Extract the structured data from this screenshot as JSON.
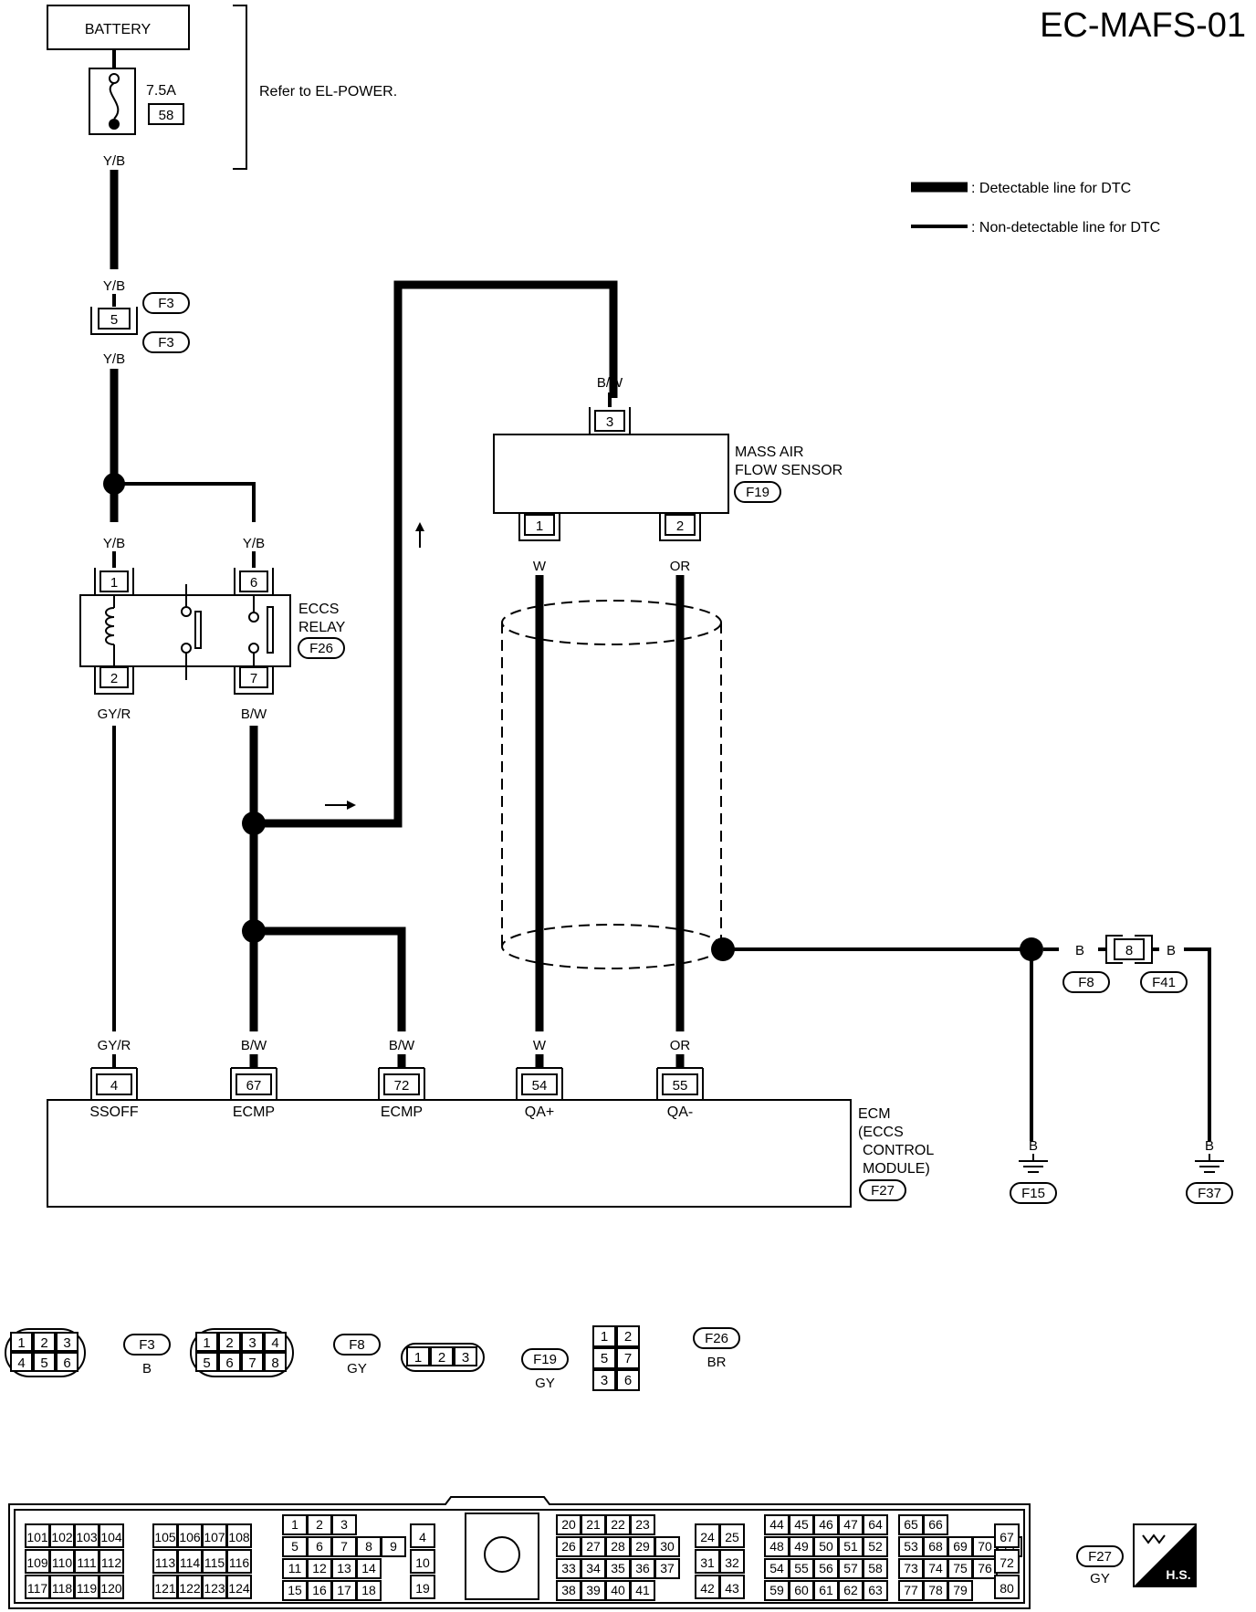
{
  "diagram_id": "EC-MAFS-01",
  "legend": {
    "detectable": ": Detectable line for DTC",
    "non_detectable": ": Non-detectable line for DTC"
  },
  "battery": {
    "label": "BATTERY",
    "fuse_amp": "7.5A",
    "fuse_no": "58",
    "ref": "Refer to EL-POWER."
  },
  "wires": {
    "yb": "Y/B",
    "bw": "B/W",
    "gyr": "GY/R",
    "w": "W",
    "or": "OR",
    "b": "B"
  },
  "connectors": {
    "f3": "F3",
    "f8": "F8",
    "f15": "F15",
    "f19": "F19",
    "f26": "F26",
    "f27": "F27",
    "f37": "F37",
    "f41": "F41"
  },
  "relay": {
    "line1": "ECCS",
    "line2": "RELAY",
    "pin1": "1",
    "pin2": "2",
    "pin6": "6",
    "pin7": "7"
  },
  "maf": {
    "line1": "MASS AIR",
    "line2": "FLOW SENSOR",
    "pin1": "1",
    "pin2": "2",
    "pin3": "3"
  },
  "f3_pin": "5",
  "f8_pin": "8",
  "ecm": {
    "line1": "ECM",
    "line2": "(ECCS",
    "line3": "CONTROL",
    "line4": "MODULE)",
    "pins": [
      {
        "num": "4",
        "name": "SSOFF"
      },
      {
        "num": "67",
        "name": "ECMP"
      },
      {
        "num": "72",
        "name": "ECMP"
      },
      {
        "num": "54",
        "name": "QA+"
      },
      {
        "num": "55",
        "name": "QA-"
      }
    ]
  },
  "connector_views": [
    {
      "id": "F3",
      "color": "B",
      "rows": [
        [
          "1",
          "2",
          "3"
        ],
        [
          "4",
          "5",
          "6"
        ]
      ]
    },
    {
      "id": "F8",
      "color": "GY",
      "rows": [
        [
          "1",
          "2",
          "3",
          "4"
        ],
        [
          "5",
          "6",
          "7",
          "8"
        ]
      ]
    },
    {
      "id": "F19",
      "color": "GY",
      "rows": [
        [
          "1",
          "2",
          "3"
        ]
      ]
    },
    {
      "id": "F26",
      "color": "BR",
      "rows": [
        [
          "1",
          "2"
        ],
        [
          "5",
          "7"
        ],
        [
          "3",
          "6"
        ]
      ]
    }
  ],
  "ecm_connector": {
    "id": "F27",
    "color": "GY",
    "badge": "H.S.",
    "groups": [
      [
        [
          "101",
          "102",
          "103",
          "104"
        ],
        [
          "109",
          "110",
          "111",
          "112"
        ],
        [
          "117",
          "118",
          "119",
          "120"
        ]
      ],
      [
        [
          "105",
          "106",
          "107",
          "108"
        ],
        [
          "113",
          "114",
          "115",
          "116"
        ],
        [
          "121",
          "122",
          "123",
          "124"
        ]
      ],
      [
        [
          "1",
          "2",
          "3"
        ],
        [
          "5",
          "6",
          "7",
          "8",
          "9"
        ],
        [
          "11",
          "12",
          "13",
          "14"
        ],
        [
          "15",
          "16",
          "17",
          "18"
        ]
      ],
      [
        [
          "4"
        ],
        [
          "10"
        ],
        [
          "19"
        ]
      ],
      [
        [
          "20",
          "21",
          "22",
          "23"
        ],
        [
          "26",
          "27",
          "28",
          "29",
          "30"
        ],
        [
          "33",
          "34",
          "35",
          "36",
          "37"
        ],
        [
          "38",
          "39",
          "40",
          "41"
        ]
      ],
      [
        [
          "24",
          "25"
        ],
        [
          "31",
          "32"
        ],
        [
          "42",
          "43"
        ]
      ],
      [
        [
          "44",
          "45",
          "46",
          "47",
          "64",
          "65",
          "66"
        ],
        [
          "48",
          "49",
          "50",
          "51",
          "52",
          "53",
          "68",
          "69",
          "70",
          "71"
        ],
        [
          "54",
          "55",
          "56",
          "57",
          "58",
          "73",
          "74",
          "75",
          "76"
        ],
        [
          "59",
          "60",
          "61",
          "62",
          "63",
          "77",
          "78",
          "79"
        ]
      ],
      [
        [
          "67"
        ],
        [
          "72"
        ],
        [
          "80"
        ]
      ]
    ]
  }
}
